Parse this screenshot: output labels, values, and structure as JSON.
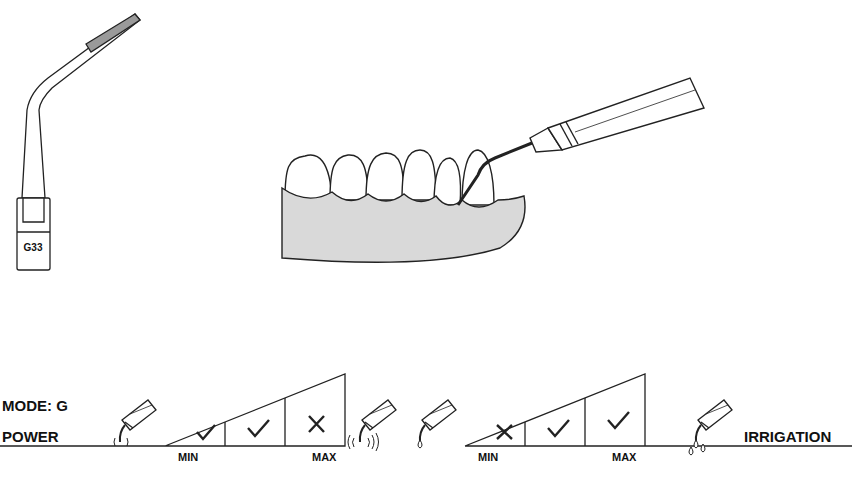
{
  "diagram": {
    "labels": [
      "G33",
      "MODE: G",
      "POWER",
      "MIN",
      "MAX",
      "MIN",
      "MAX",
      "IRRIGATION"
    ]
  }
}
